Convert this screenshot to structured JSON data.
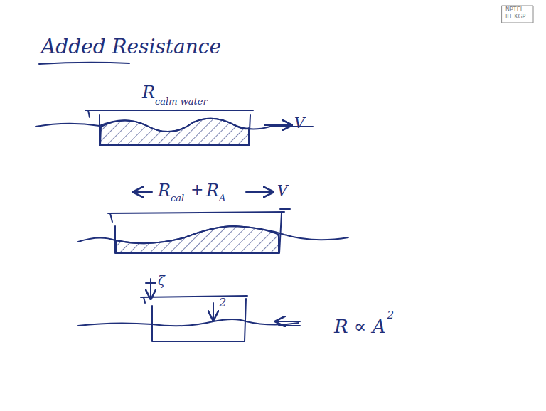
{
  "diagram": {
    "title": "Added Resistance",
    "labels": [
      "R",
      "calm water",
      "V",
      "R",
      "cal",
      "+",
      "R",
      "A",
      "V",
      "ζ",
      "2",
      "R ∝ A",
      "2",
      "NPTEL",
      "IIT KGP"
    ]
  }
}
